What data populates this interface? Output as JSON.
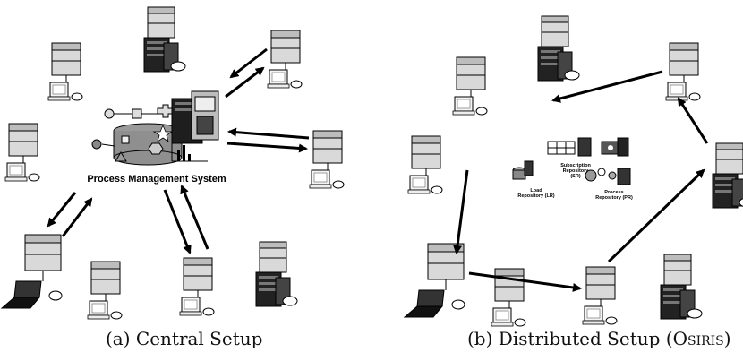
{
  "left_panel": {
    "center_label": "Process Management System",
    "caption": "(a) Central Setup"
  },
  "right_panel": {
    "caption_prefix": "(b) Distributed Setup (",
    "caption_name": "Osiris",
    "caption_suffix": ")",
    "components": [
      {
        "line1": "Load",
        "line2": "Repository (LR)"
      },
      {
        "line1": "Subscription",
        "line2": "Repository",
        "line3": "(SR)"
      },
      {
        "line1": "Process",
        "line2": "Repository (PR)"
      }
    ]
  }
}
